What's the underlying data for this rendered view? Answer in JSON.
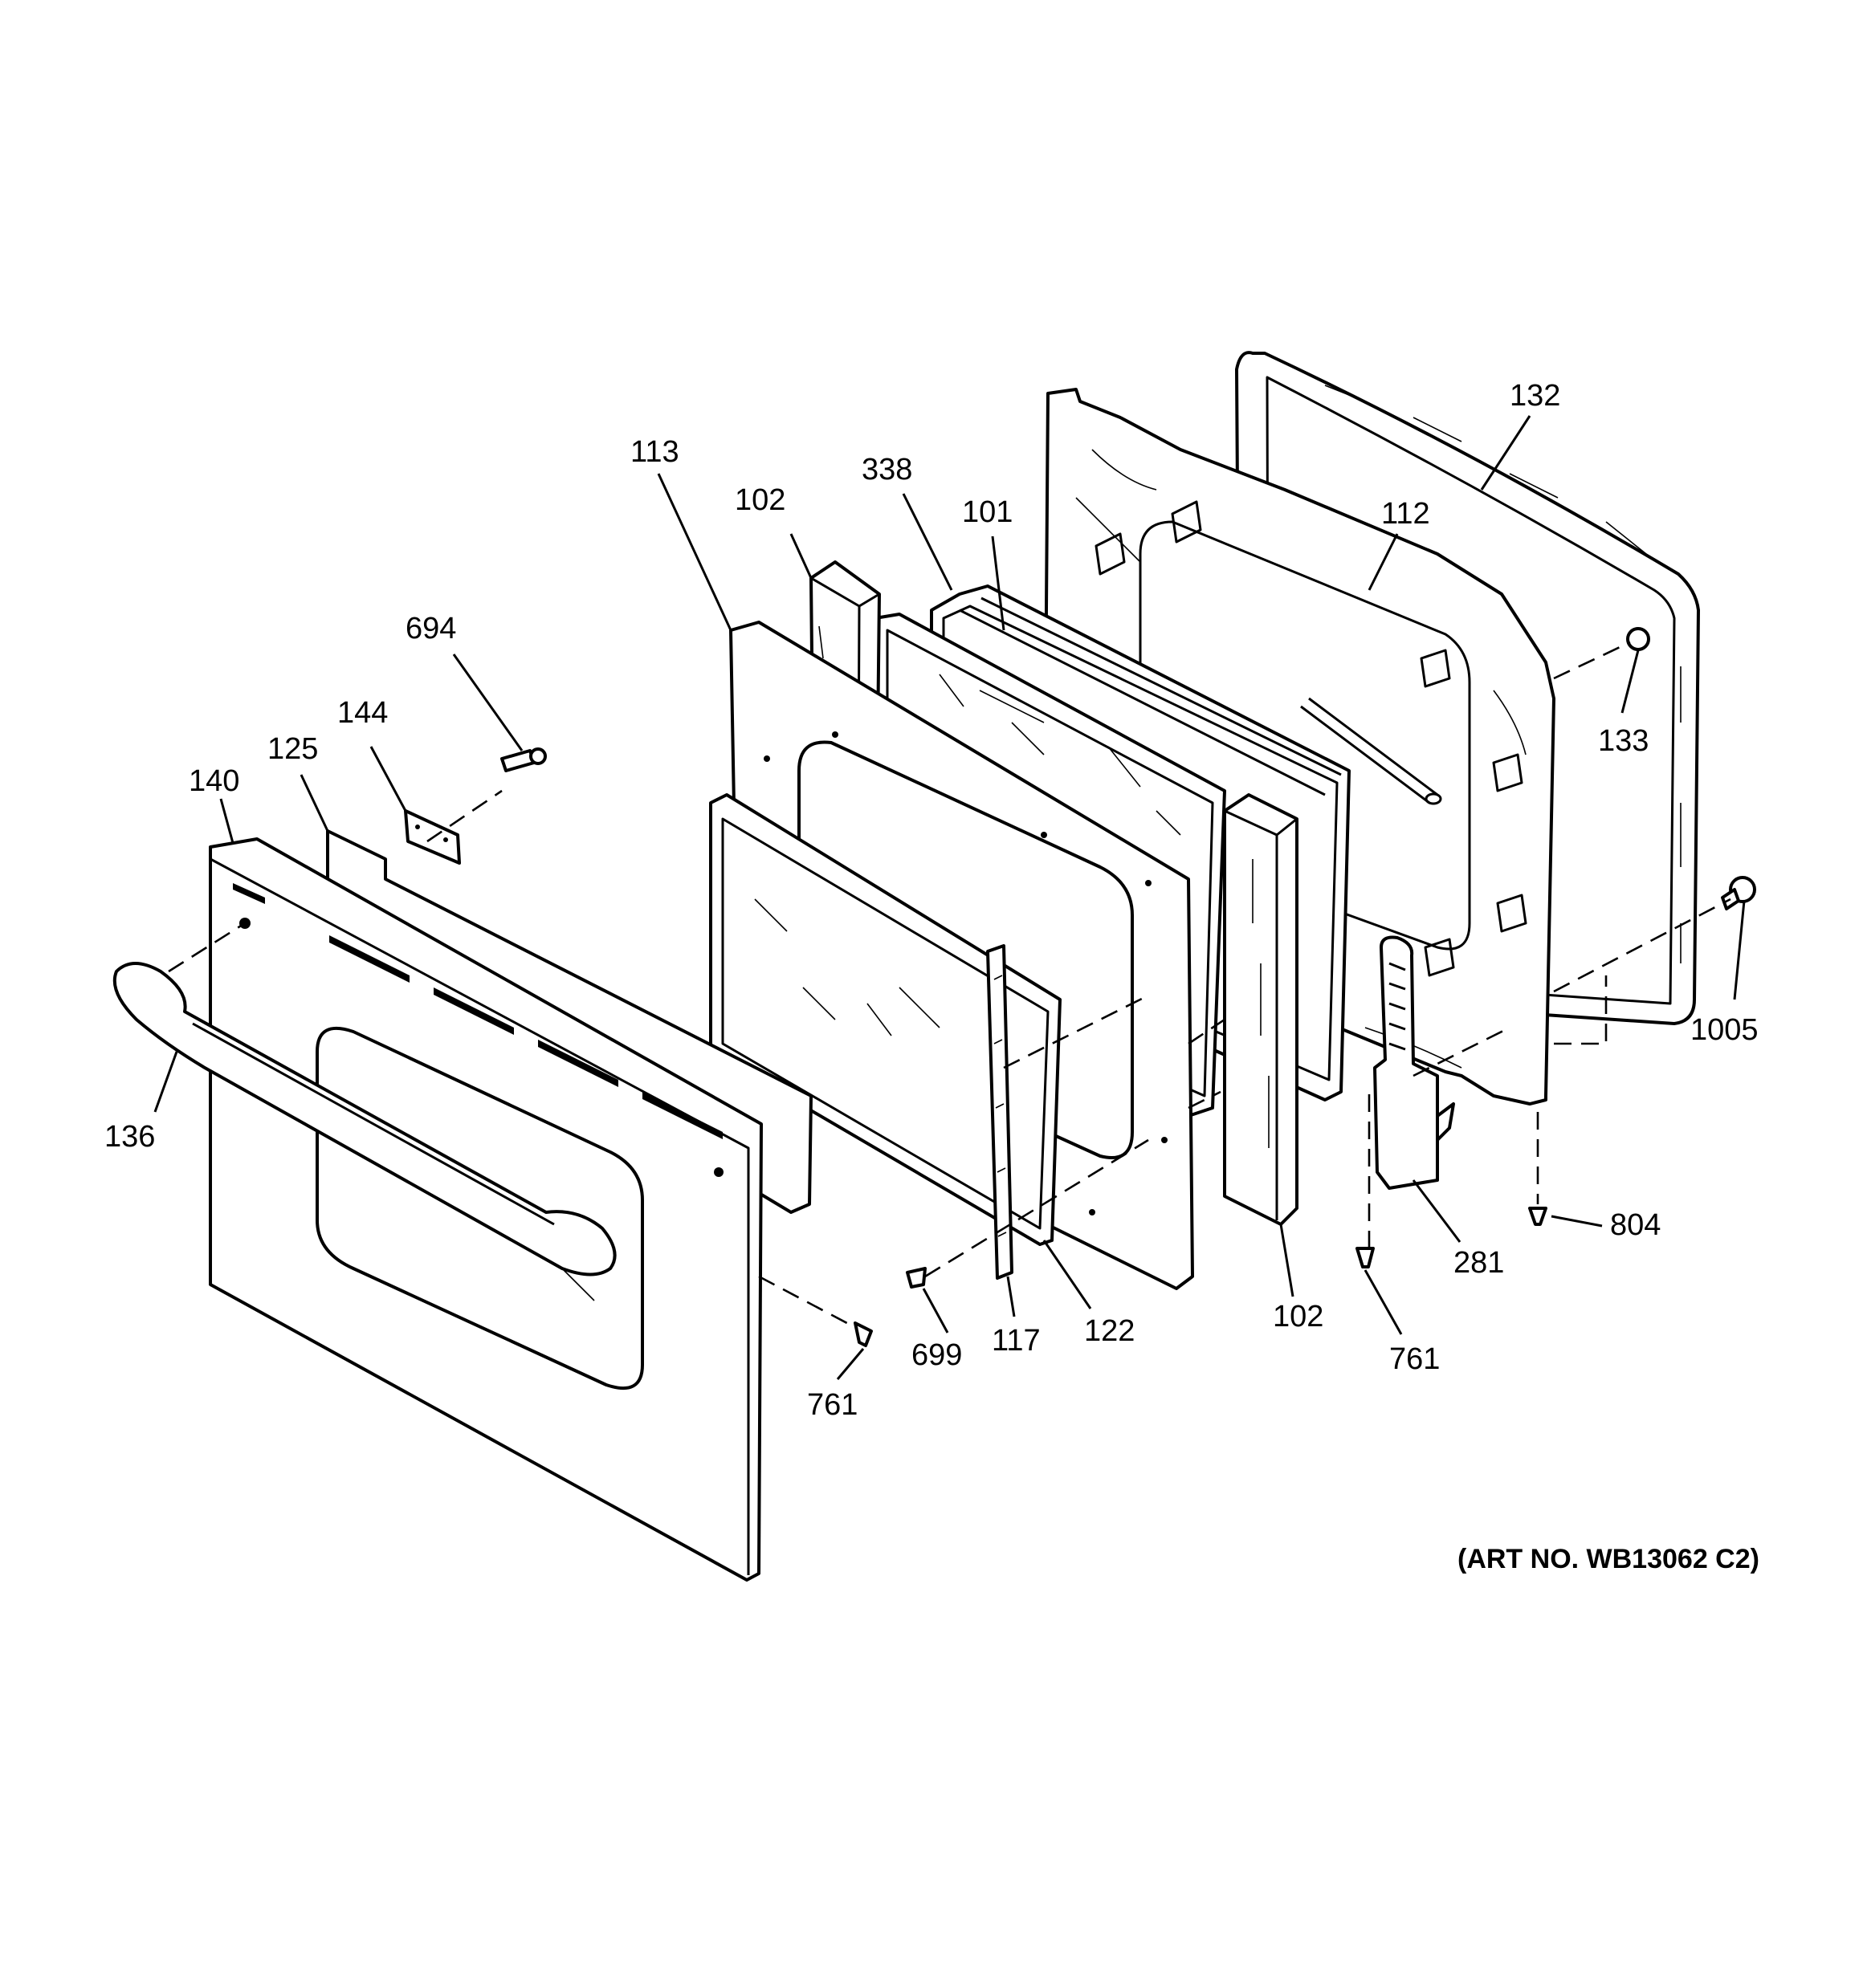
{
  "figure": {
    "callouts": [
      {
        "id": "c132",
        "label": "132"
      },
      {
        "id": "c112",
        "label": "112"
      },
      {
        "id": "c133",
        "label": "133"
      },
      {
        "id": "c1005",
        "label": "1005"
      },
      {
        "id": "c804",
        "label": "804"
      },
      {
        "id": "c281",
        "label": "281"
      },
      {
        "id": "c761b",
        "label": "761"
      },
      {
        "id": "c102b",
        "label": "102"
      },
      {
        "id": "c122",
        "label": "122"
      },
      {
        "id": "c117",
        "label": "117"
      },
      {
        "id": "c699",
        "label": "699"
      },
      {
        "id": "c761a",
        "label": "761"
      },
      {
        "id": "c136",
        "label": "136"
      },
      {
        "id": "c140",
        "label": "140"
      },
      {
        "id": "c125",
        "label": "125"
      },
      {
        "id": "c144",
        "label": "144"
      },
      {
        "id": "c694",
        "label": "694"
      },
      {
        "id": "c113",
        "label": "113"
      },
      {
        "id": "c102a",
        "label": "102"
      },
      {
        "id": "c338",
        "label": "338"
      },
      {
        "id": "c101",
        "label": "101"
      }
    ],
    "art_number": "(ART NO. WB13062 C2)"
  }
}
